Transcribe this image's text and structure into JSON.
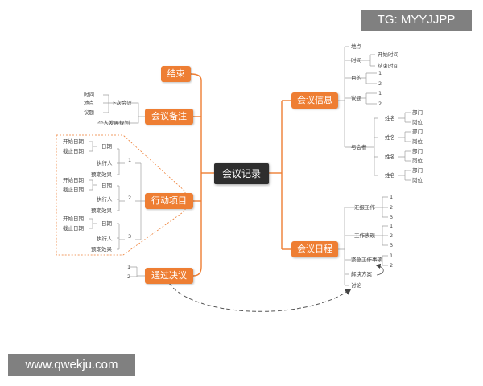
{
  "center": "会议记录",
  "watermarks": {
    "top": "TG: MYYJJPP",
    "bottom": "www.qwekju.com"
  },
  "left": {
    "end": "结束",
    "notes": {
      "label": "会议备注",
      "next_meeting": "下次会议",
      "next_items": [
        "时间",
        "地点",
        "议题"
      ],
      "personal": "个人发展规划"
    },
    "actions": {
      "label": "行动项目",
      "numbers": [
        "1",
        "2",
        "3"
      ],
      "date": "日期",
      "start_date": "开始日期",
      "due_date": "截止日期",
      "owner": "执行人",
      "expected": "预期效果"
    },
    "resolution": {
      "label": "通过决议",
      "items": [
        "1",
        "2"
      ]
    }
  },
  "right": {
    "info": {
      "label": "会议信息",
      "place": "地点",
      "time": "时间",
      "start_time": "开始时间",
      "end_time": "结束时间",
      "purpose": "目的",
      "topic": "议题",
      "attendees": "与会者",
      "name": "姓名",
      "dept": "部门",
      "position": "岗位",
      "nums": [
        "1",
        "2"
      ]
    },
    "agenda": {
      "label": "会议日程",
      "report": "汇报工作",
      "performance": "工作表现",
      "urgent": "紧急工作事项",
      "solution": "解决方案",
      "discussion": "讨论",
      "nums": [
        "1",
        "2",
        "3"
      ]
    }
  }
}
